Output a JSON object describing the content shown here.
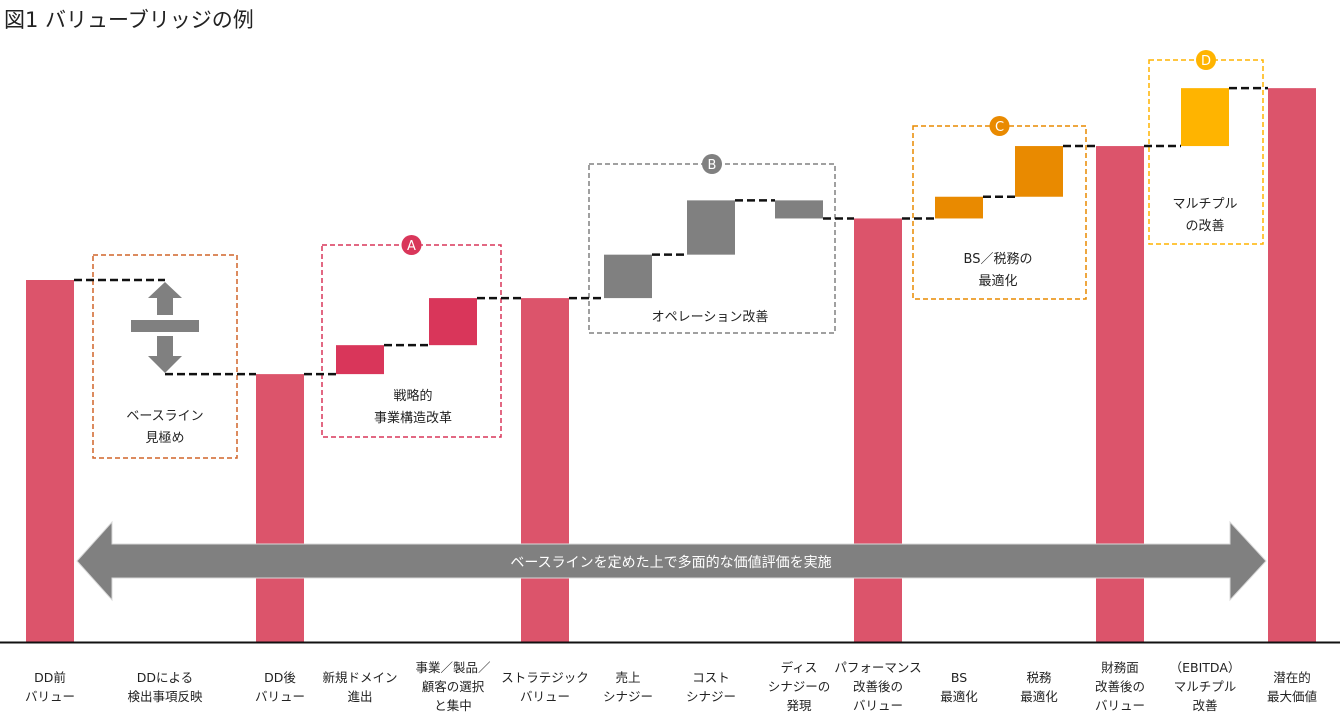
{
  "title": "図1 バリューブリッジの例",
  "arrow_text": "ベースラインを定めた上で多面的な価値評価を実施",
  "colors": {
    "total": "#dc546b",
    "A": "#d9365a",
    "B": "#808080",
    "C": "#e98a00",
    "D": "#ffb400",
    "baseline_box": "#d0652a",
    "arrow": "#808080"
  },
  "chart_data": {
    "type": "waterfall",
    "items": [
      {
        "label": "DD前\nバリュー",
        "kind": "total",
        "value": 100
      },
      {
        "label": "DDによる\n検出事項反映",
        "kind": "baseline",
        "value": -26
      },
      {
        "label": "DD後\nバリュー",
        "kind": "total",
        "value": 74
      },
      {
        "label": "新規ドメイン\n進出",
        "kind": "A",
        "value": 8
      },
      {
        "label": "事業／製品／\n顧客の選択\nと集中",
        "kind": "A",
        "value": 13
      },
      {
        "label": "ストラテジック\nバリュー",
        "kind": "total",
        "value": 95
      },
      {
        "label": "売上\nシナジー",
        "kind": "B",
        "value": 12
      },
      {
        "label": "コスト\nシナジー",
        "kind": "B",
        "value": 15
      },
      {
        "label": "ディス\nシナジーの\n発現",
        "kind": "B",
        "value": -5
      },
      {
        "label": "パフォーマンス\n改善後の\nバリュー",
        "kind": "total",
        "value": 117
      },
      {
        "label": "BS\n最適化",
        "kind": "C",
        "value": 6
      },
      {
        "label": "税務\n最適化",
        "kind": "C",
        "value": 14
      },
      {
        "label": "財務面\n改善後の\nバリュー",
        "kind": "total",
        "value": 137
      },
      {
        "label": "（EBITDA）\nマルチプル\n改善",
        "kind": "D",
        "value": 16
      },
      {
        "label": "潜在的\n最大価値",
        "kind": "total",
        "value": 153
      }
    ],
    "groups": [
      {
        "id": "baseline",
        "badge": "",
        "text": "ベースライン\n見極め"
      },
      {
        "id": "A",
        "badge": "A",
        "text": "戦略的\n事業構造改革"
      },
      {
        "id": "B",
        "badge": "B",
        "text": "オペレーション改善"
      },
      {
        "id": "C",
        "badge": "C",
        "text": "BS／税務の\n最適化"
      },
      {
        "id": "D",
        "badge": "D",
        "text": "マルチプル\nの改善"
      }
    ]
  }
}
